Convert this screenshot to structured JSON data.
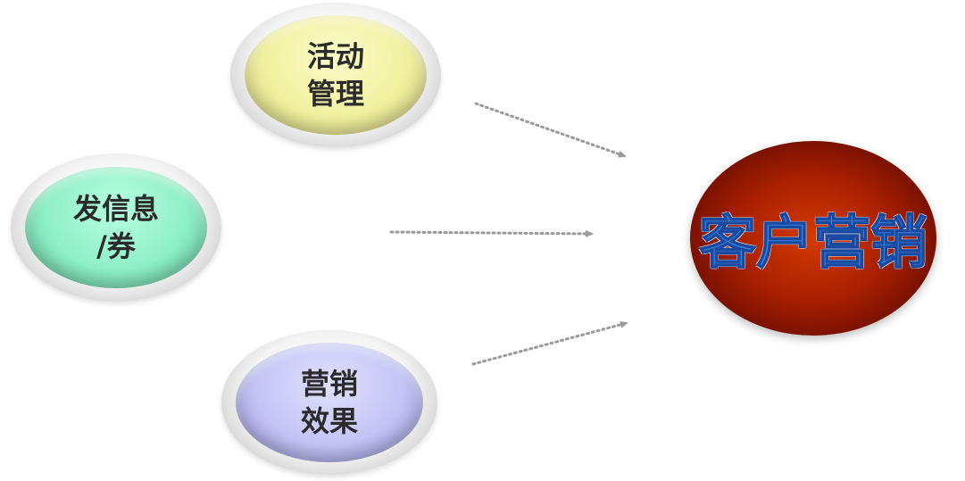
{
  "nodes": {
    "activity": {
      "label": "活动\n管理",
      "color": "#f1f1a0"
    },
    "message": {
      "label": "发信息\n/券",
      "color": "#8fefc7"
    },
    "effect": {
      "label": "营销\n效果",
      "color": "#c4c4f5"
    }
  },
  "target": {
    "label": "客户营销",
    "color": "#a82000",
    "text_color": "#3f7fd8"
  },
  "connector": {
    "style": "dotted-arrow",
    "color": "#9a9a9a"
  }
}
